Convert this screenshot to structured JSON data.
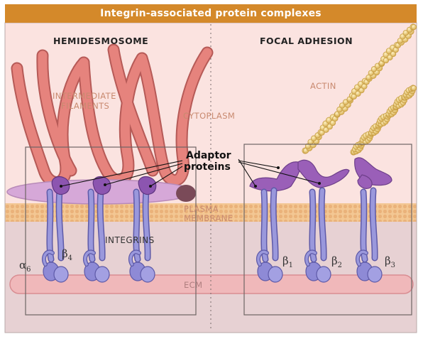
{
  "title": "Integrin-associated protein complexes",
  "panels": {
    "left": "HEMIDESMOSOME",
    "right": "FOCAL ADHESION"
  },
  "labels": {
    "intermediate_filaments": [
      "INTERMEDIATE",
      "FILAMENTS"
    ],
    "actin": "ACTIN",
    "cytoplasm": "CYTOPLASM",
    "adaptor_proteins": [
      "Adaptor",
      "proteins"
    ],
    "plasma_membrane": [
      "PLASMA",
      "MEMBRANE"
    ],
    "integrins": "INTEGRINS",
    "ecm": "ECM"
  },
  "subunits": {
    "alpha6": {
      "symbol": "α",
      "sub": "6"
    },
    "beta4": {
      "symbol": "β",
      "sub": "4"
    },
    "beta1": {
      "symbol": "β",
      "sub": "1"
    },
    "beta2": {
      "symbol": "β",
      "sub": "2"
    },
    "beta3": {
      "symbol": "β",
      "sub": "3"
    }
  },
  "colors": {
    "title_bar": "#d4892a",
    "cytoplasm_bg": "#fbe3e0",
    "membrane": "#f2c28e",
    "ecm_bg": "#e6d0d2",
    "integrin": "#8f8fd6",
    "adaptor": "#9a5fb8",
    "filament": "#e07f7a",
    "actin": "#e8cc78"
  }
}
